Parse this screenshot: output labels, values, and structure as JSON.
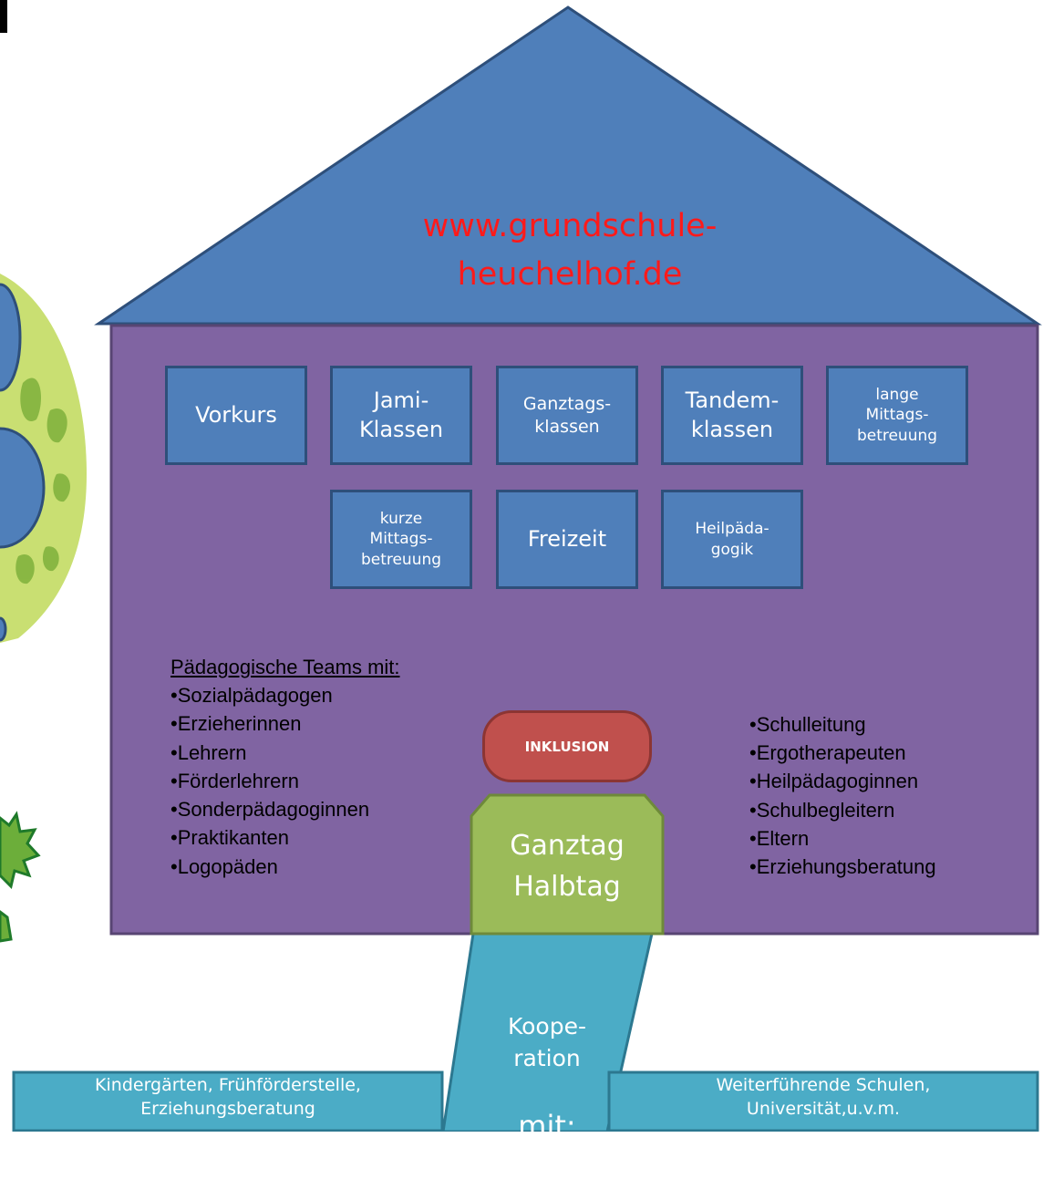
{
  "colors": {
    "roof": "#4f7fba",
    "house": "#8064a2",
    "box": "#4f7fba",
    "site_text": "#ff1a1a",
    "inklusion": "#c0504d",
    "ganztag": "#9bbb59",
    "kooperation": "#4bacc6",
    "tree": "#c9df72"
  },
  "roof_text": "www.grundschule-\nheuchelhof.de",
  "boxes_row1": [
    {
      "label": "Vorkurs"
    },
    {
      "label": "Jami-\nKlassen"
    },
    {
      "label": "Ganztags-\nklassen"
    },
    {
      "label": "Tandem-\nklassen"
    },
    {
      "label": "lange\nMittags-\nbetreuung"
    }
  ],
  "boxes_row2": [
    {
      "label": "kurze\nMittags-\nbetreuung"
    },
    {
      "label": "Freizeit"
    },
    {
      "label": "Heilpäda-\ngogik"
    }
  ],
  "left_list": {
    "heading": "Pädagogische Teams mit:",
    "items": [
      "•Sozialpädagogen",
      "•Erzieherinnen",
      "•Lehrern",
      "•Förderlehrern",
      "•Sonderpädagoginnen",
      "•Praktikanten",
      "•Logopäden"
    ]
  },
  "right_list": {
    "items": [
      "•Schulleitung",
      "•Ergotherapeuten",
      "•Heilpädagoginnen",
      "•Schulbegleitern",
      "•Eltern",
      "•Erziehungsberatung"
    ]
  },
  "inklusion": "INKLUSION",
  "ganztag": "Ganztag\nHalbtag",
  "kooperation": {
    "line1": "Koope-\nration",
    "line2": "mit:"
  },
  "coop_left": "Kindergärten,  Frühförderstelle,\nErziehungsberatung",
  "coop_right": "Weiterführende Schulen,\nUniversität,u.v.m."
}
